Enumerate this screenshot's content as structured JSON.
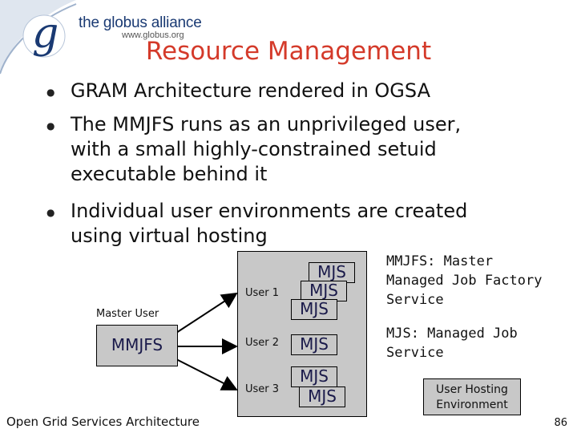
{
  "logo": {
    "name": "the globus alliance",
    "url": "www.globus.org",
    "letter": "g"
  },
  "slide": {
    "title": "Resource Management",
    "bullets": [
      {
        "lines": [
          "GRAM Architecture rendered in OGSA"
        ]
      },
      {
        "lines": [
          "The MMJFS runs as an unprivileged user,",
          "with a small highly-constrained setuid",
          "executable behind it"
        ]
      },
      {
        "lines": [
          "Individual user environments are created",
          "using virtual hosting"
        ]
      }
    ]
  },
  "diagram": {
    "master_user_label": "Master User",
    "mmjfs_label": "MMJFS",
    "users": [
      {
        "label": "User 1",
        "jobs": [
          "MJS",
          "MJS",
          "MJS"
        ]
      },
      {
        "label": "User 2",
        "jobs": [
          "MJS"
        ]
      },
      {
        "label": "User 3",
        "jobs": [
          "MJS",
          "MJS"
        ]
      }
    ],
    "legend_box_label_1": "User Hosting",
    "legend_box_label_2": "Environment"
  },
  "notes": [
    {
      "lines": [
        "MMJFS: Master",
        "Managed Job Factory",
        "Service"
      ]
    },
    {
      "lines": [
        "MJS: Managed Job",
        "Service"
      ]
    }
  ],
  "footer": {
    "text": "Open Grid Services Architecture",
    "page_number": "86"
  },
  "colors": {
    "title": "#d43a2a",
    "box_fill": "#c8c8c8",
    "logo": "#1a3a73"
  }
}
